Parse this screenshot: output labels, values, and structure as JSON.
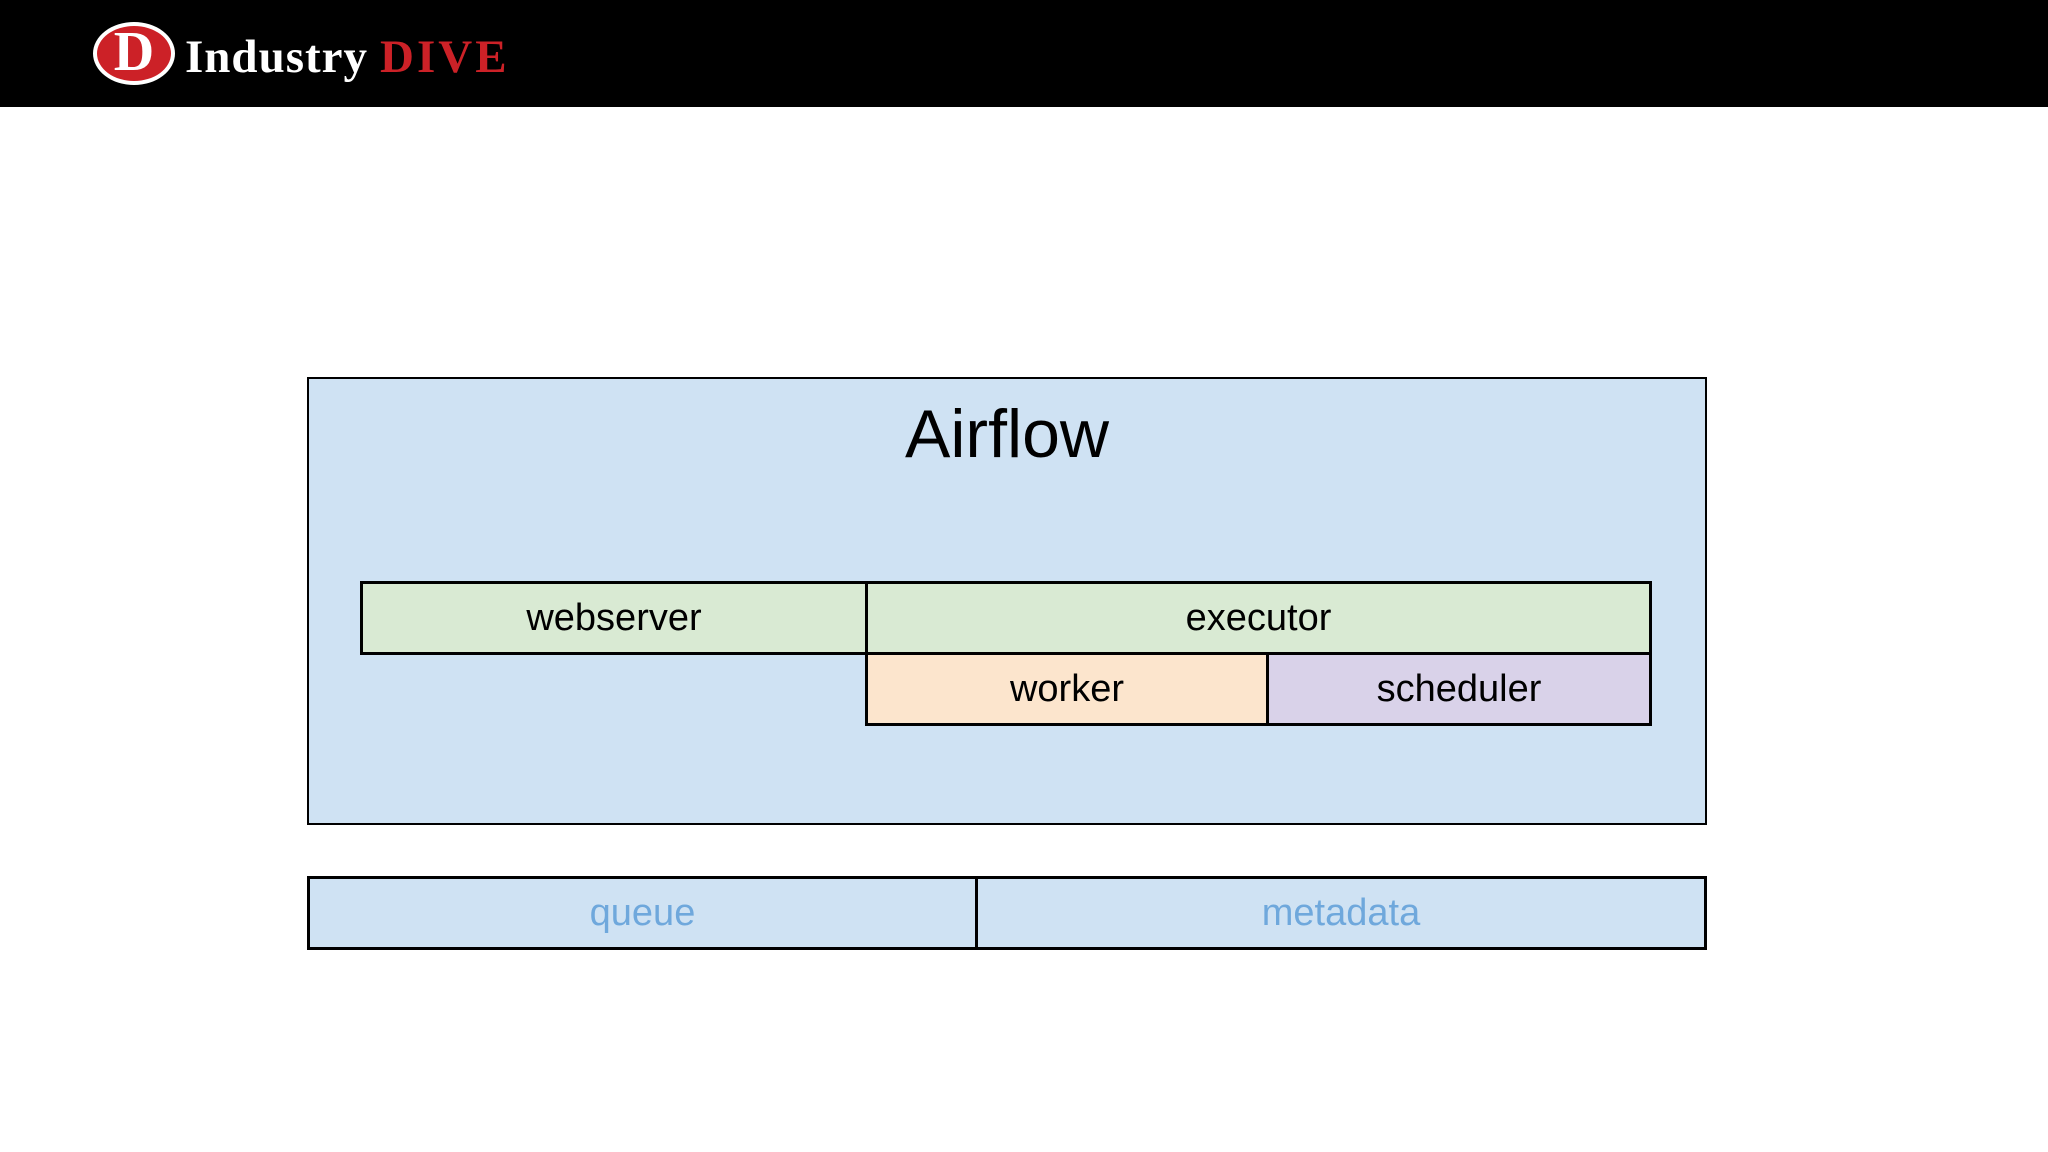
{
  "header": {
    "background": "#000000",
    "brand": {
      "monogram": "D",
      "name_primary": "Industry",
      "name_secondary": "DIVE",
      "logo_red": "#cc2127",
      "text_white": "#ffffff"
    }
  },
  "diagram": {
    "title": "Airflow",
    "container_fill": "#cfe2f3",
    "border_color": "#000000",
    "boxes": {
      "webserver": {
        "label": "webserver",
        "fill": "#d9ead3"
      },
      "executor": {
        "label": "executor",
        "fill": "#d9ead3"
      },
      "worker": {
        "label": "worker",
        "fill": "#fce5cd"
      },
      "scheduler": {
        "label": "scheduler",
        "fill": "#d9d2e9"
      }
    }
  },
  "storage": {
    "fill": "#cfe2f3",
    "text_color": "#6fa8dc",
    "queue_label": "queue",
    "metadata_label": "metadata"
  }
}
